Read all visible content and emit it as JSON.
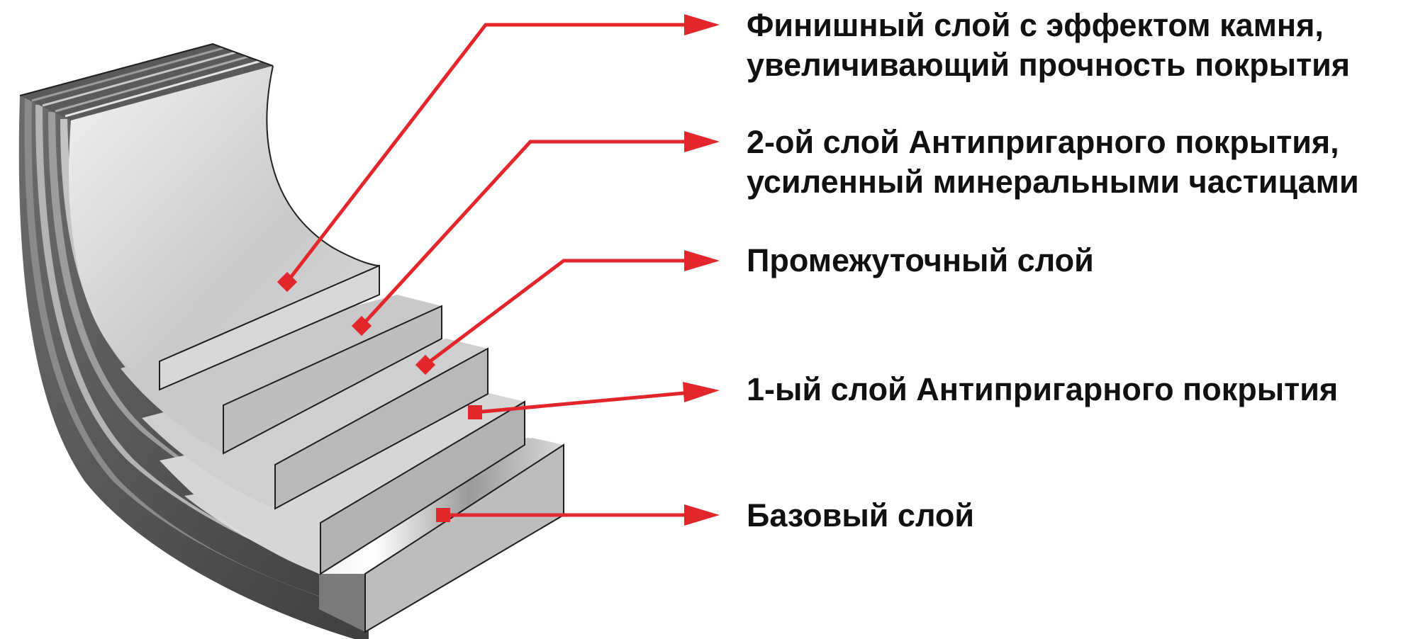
{
  "accent_color": "#e3262b",
  "layers": [
    {
      "id": "finish",
      "lines": [
        "Финишный слой с эффектом камня,",
        "увеличивающий прочность покрытия"
      ]
    },
    {
      "id": "nonstick-2",
      "lines": [
        "2-ой слой Антипригарного покрытия,",
        "усиленный минеральными частицами"
      ]
    },
    {
      "id": "intermediate",
      "lines": [
        "Промежуточный слой"
      ]
    },
    {
      "id": "nonstick-1",
      "lines": [
        "1-ый слой Антипригарного покрытия"
      ]
    },
    {
      "id": "base",
      "lines": [
        "Базовый слой"
      ]
    }
  ]
}
